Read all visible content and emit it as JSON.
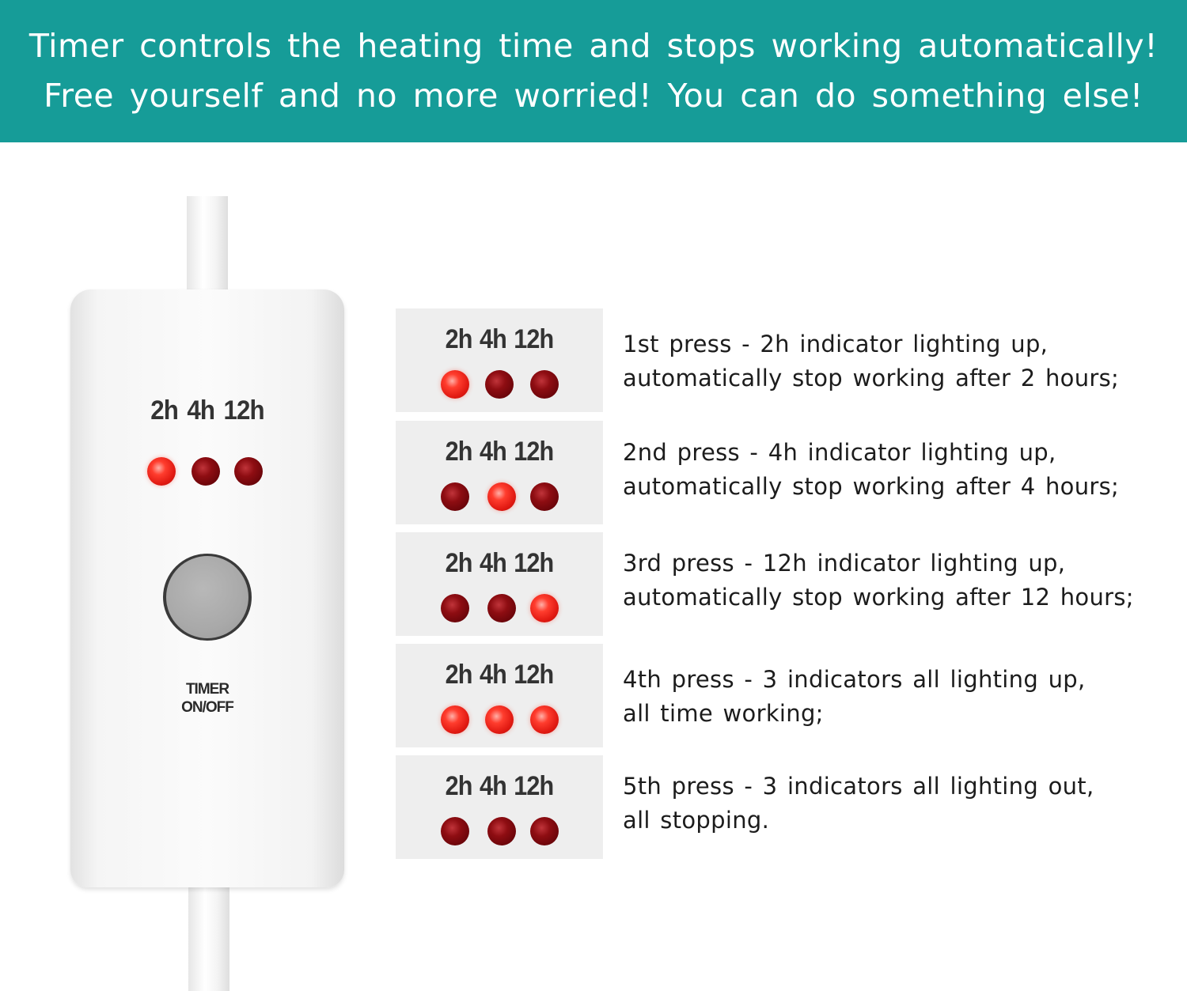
{
  "banner": {
    "line1": "Timer controls the heating time and stops working automatically!",
    "line2": "Free yourself and no more worried! You can do something else!"
  },
  "device": {
    "indicator_labels": "2h 4h 12h",
    "leds": [
      "on",
      "off",
      "off"
    ],
    "button_label_line1": "TIMER",
    "button_label_line2": "ON/OFF"
  },
  "steps": [
    {
      "indicator_labels": "2h 4h 12h",
      "leds": [
        "on",
        "off",
        "off"
      ],
      "line1": "1st press - 2h indicator lighting up,",
      "line2": "automatically stop working after 2 hours;"
    },
    {
      "indicator_labels": "2h 4h 12h",
      "leds": [
        "off",
        "on",
        "off"
      ],
      "line1": "2nd press - 4h indicator lighting up,",
      "line2": "automatically stop working after 4 hours;"
    },
    {
      "indicator_labels": "2h 4h 12h",
      "leds": [
        "off",
        "off",
        "on"
      ],
      "line1": "3rd press - 12h indicator lighting up,",
      "line2": "automatically stop working after 12 hours;"
    },
    {
      "indicator_labels": "2h 4h 12h",
      "leds": [
        "on",
        "on",
        "on"
      ],
      "line1": "4th press - 3 indicators all lighting up,",
      "line2": "all time working;"
    },
    {
      "indicator_labels": "2h 4h 12h",
      "leds": [
        "off",
        "off",
        "off"
      ],
      "line1": "5th press - 3 indicators all lighting out,",
      "line2": "all stopping."
    }
  ],
  "colors": {
    "banner_bg": "#169c98",
    "led_on": "#ff3d2e",
    "led_off": "#7a0a0e"
  }
}
